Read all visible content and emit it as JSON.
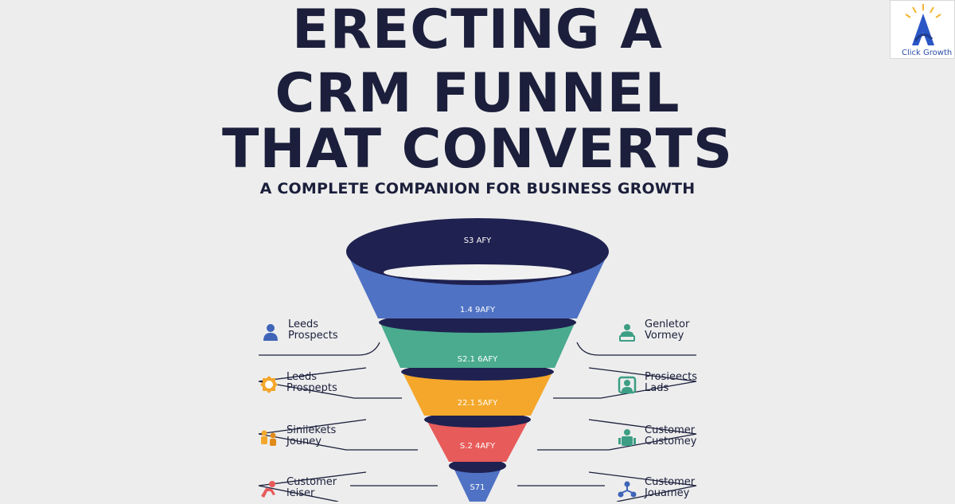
{
  "title": {
    "line1": "ERECTING A",
    "line2": "CRM FUNNEL",
    "line3": "THAT CONVERTS"
  },
  "subtitle": "A COMPLETE COMPANION FOR BUSINESS GROWTH",
  "logo": {
    "text": "Click Growth",
    "colors": {
      "letter": "#2a56c6",
      "rays": "#f2b632"
    }
  },
  "funnel": {
    "stages": [
      {
        "label": "S3 AFY",
        "color": "#1f2150"
      },
      {
        "label": "1.4 9AFY",
        "color": "#4f72c4"
      },
      {
        "label": "S2.1 6AFY",
        "color": "#4aab8e"
      },
      {
        "label": "22.1 5AFY",
        "color": "#f4a72b"
      },
      {
        "label": "S.2 4AFY",
        "color": "#e75b5a"
      },
      {
        "label": "S71",
        "color": "#4f72c4"
      }
    ]
  },
  "left_items": [
    {
      "line1": "Leeds",
      "line2": "Prospects",
      "icon": "person-icon",
      "color": "#3f64b8"
    },
    {
      "line1": "Leeds",
      "line2": "Prospepts",
      "icon": "badge-icon",
      "color": "#f4a72b"
    },
    {
      "line1": "Siniiekets",
      "line2": "Jouney",
      "icon": "people-group-icon",
      "color": "#f4a72b"
    },
    {
      "line1": "Customer",
      "line2": "leiser",
      "icon": "person-action-icon",
      "color": "#e75b5a"
    }
  ],
  "right_items": [
    {
      "line1": "Genletor",
      "line2": "Vormey",
      "icon": "person-list-icon",
      "color": "#3c9e84"
    },
    {
      "line1": "Prosieects",
      "line2": "Lads",
      "icon": "profile-card-icon",
      "color": "#3c9e84"
    },
    {
      "line1": "Customer",
      "line2": "Customey",
      "icon": "team-icon",
      "color": "#3c9e84"
    },
    {
      "line1": "Customer",
      "line2": "Jouamey",
      "icon": "network-icon",
      "color": "#3f64b8"
    }
  ]
}
